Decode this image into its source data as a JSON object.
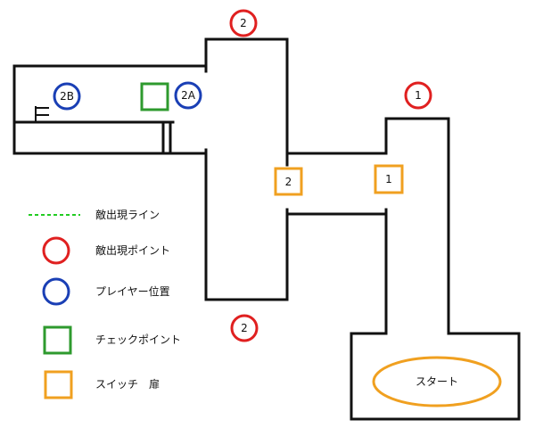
{
  "colors": {
    "wall": "#111111",
    "enemy_marker": "#e02020",
    "player_marker": "#1a3fb5",
    "checkpoint": "#2e9a2e",
    "switch_door": "#f0a020",
    "enemy_line": "#22cc22"
  },
  "markers": {
    "enemy_1": "1",
    "enemy_2_top": "2",
    "enemy_2_bottom": "2",
    "player_2a": "2A",
    "player_2b": "2B",
    "switch_1": "1",
    "switch_2": "2",
    "start": "スタート"
  },
  "legend": {
    "enemy_line": "敵出現ライン",
    "enemy_point": "敵出現ポイント",
    "player_position": "プレイヤー位置",
    "checkpoint": "チェックポイント",
    "switch_door": "スイッチ　扉"
  }
}
